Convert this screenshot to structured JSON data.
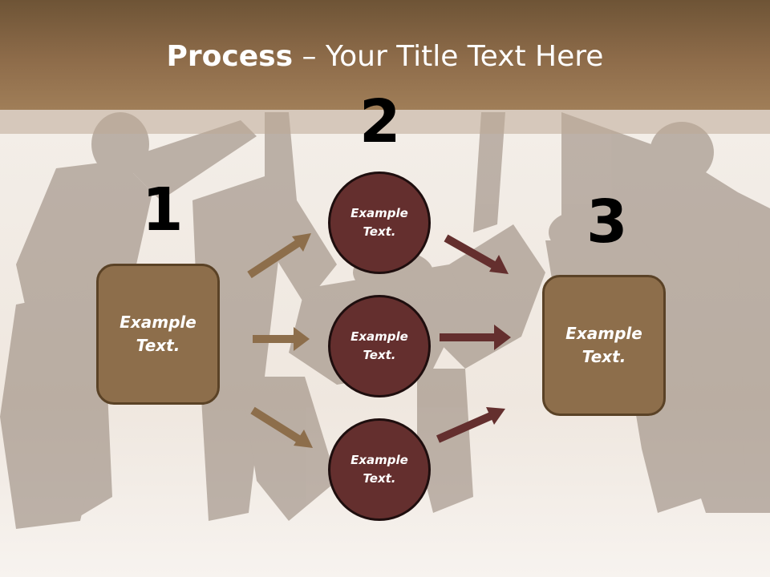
{
  "title": {
    "bold": "Process",
    "rest": " – Your Title Text Here"
  },
  "steps": {
    "one": {
      "number": "1",
      "text": "Example\nText."
    },
    "two": {
      "number": "2"
    },
    "three": {
      "number": "3",
      "text": "Example\nText."
    }
  },
  "circles": [
    {
      "text": "Example\nText."
    },
    {
      "text": "Example\nText."
    },
    {
      "text": "Example\nText."
    }
  ],
  "colors": {
    "header": "#8e6c4a",
    "box_fill": "#8d6e4b",
    "circle_fill": "#642f2e",
    "arrow_left": "#8d6e4b",
    "arrow_right": "#642f2e"
  }
}
